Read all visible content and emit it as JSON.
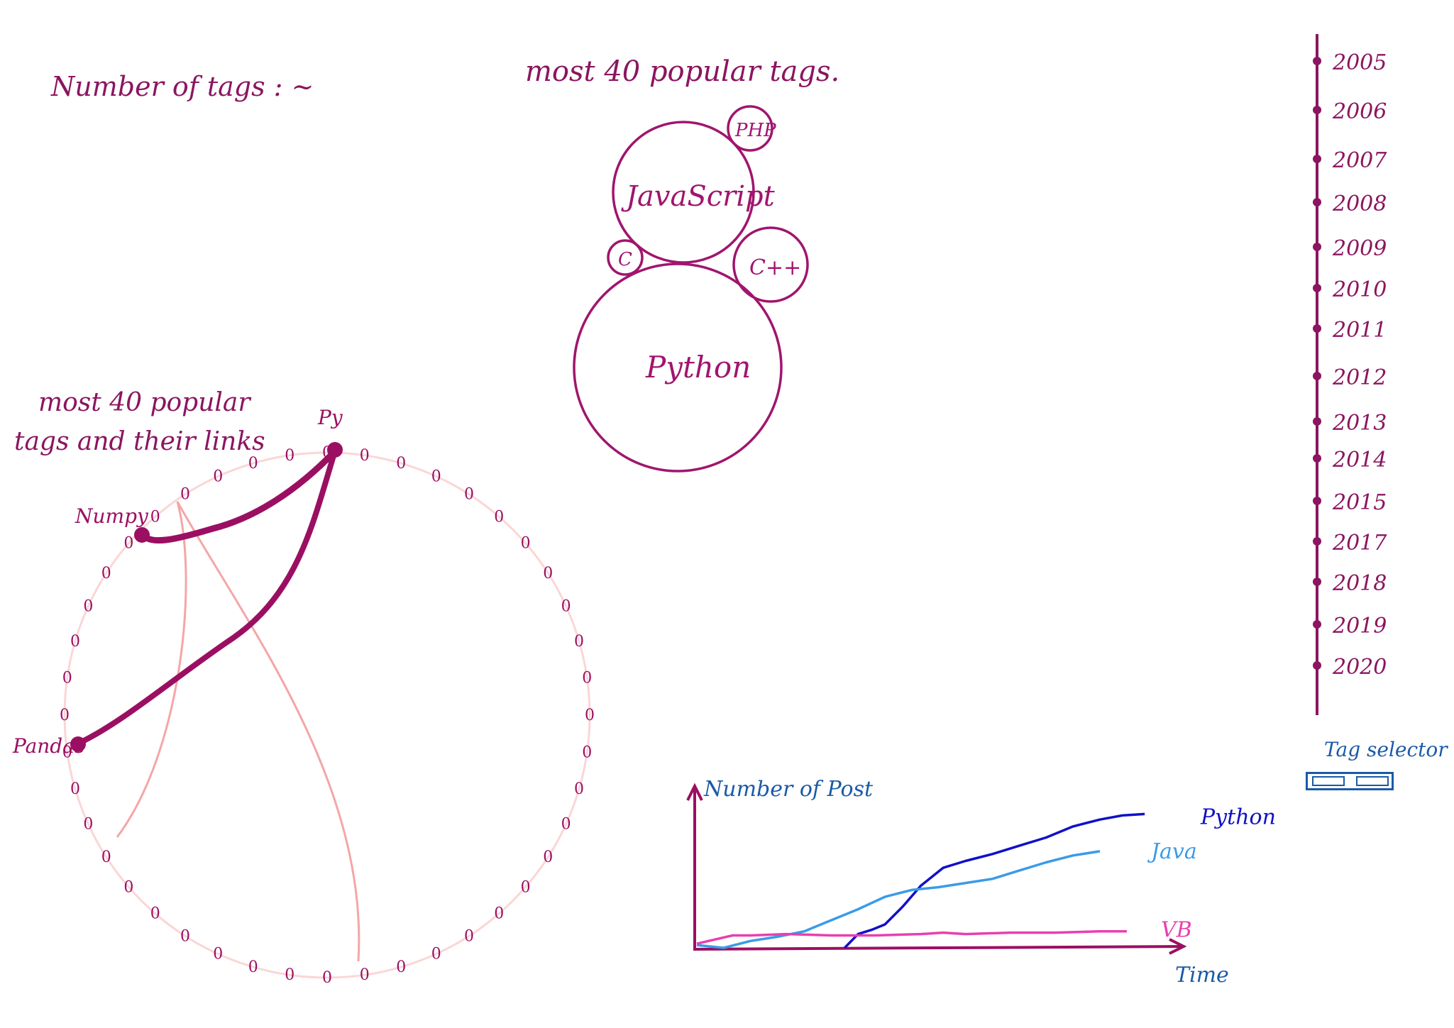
{
  "header": {
    "number_of_tags_label": "Number of tags :",
    "number_of_tags_value": "~"
  },
  "bubble_view": {
    "title": "most 40 popular tags.",
    "bubbles": [
      {
        "label": "Python"
      },
      {
        "label": "JavaScript"
      },
      {
        "label": "C++"
      },
      {
        "label": "PHP"
      },
      {
        "label": "C"
      }
    ]
  },
  "chord_view": {
    "title_line1": "most 40 popular",
    "title_line2": "tags and their links",
    "node_label": "0",
    "labelled_nodes": [
      "Py",
      "Numpy",
      "Pandas"
    ]
  },
  "timeline": {
    "years": [
      "2005",
      "2006",
      "2007",
      "2008",
      "2009",
      "2010",
      "2011",
      "2012",
      "2013",
      "2014",
      "2015",
      "2017",
      "2018",
      "2019",
      "2020"
    ]
  },
  "tag_selector": {
    "label": "Tag selector"
  },
  "colors": {
    "ink": "#8b1560",
    "chord_light": "#f4a6a6",
    "blue_dark": "#1010c8",
    "blue_light": "#3a9be8",
    "magenta": "#e83fb0",
    "label_blue": "#1a5aa8"
  },
  "chart_data": {
    "type": "line",
    "title": "",
    "xlabel": "Time",
    "ylabel": "Number of Post",
    "series": [
      {
        "name": "Python",
        "x": [
          0.33,
          0.36,
          0.39,
          0.42,
          0.46,
          0.5,
          0.55,
          0.6,
          0.66,
          0.72,
          0.78,
          0.84,
          0.9,
          0.95,
          1.0
        ],
        "y": [
          0.0,
          0.1,
          0.13,
          0.17,
          0.3,
          0.45,
          0.58,
          0.63,
          0.68,
          0.74,
          0.8,
          0.88,
          0.93,
          0.96,
          0.97
        ]
      },
      {
        "name": "Java",
        "x": [
          0.0,
          0.06,
          0.12,
          0.18,
          0.24,
          0.3,
          0.36,
          0.42,
          0.48,
          0.54,
          0.6,
          0.66,
          0.72,
          0.78,
          0.84,
          0.9
        ],
        "y": [
          0.02,
          0.0,
          0.05,
          0.08,
          0.12,
          0.2,
          0.28,
          0.37,
          0.42,
          0.44,
          0.47,
          0.5,
          0.56,
          0.62,
          0.67,
          0.7
        ]
      },
      {
        "name": "VB",
        "x": [
          0.0,
          0.04,
          0.08,
          0.12,
          0.2,
          0.3,
          0.4,
          0.5,
          0.55,
          0.6,
          0.7,
          0.8,
          0.9,
          0.96
        ],
        "y": [
          0.03,
          0.06,
          0.09,
          0.09,
          0.1,
          0.09,
          0.09,
          0.1,
          0.11,
          0.1,
          0.11,
          0.11,
          0.12,
          0.12
        ]
      }
    ]
  }
}
